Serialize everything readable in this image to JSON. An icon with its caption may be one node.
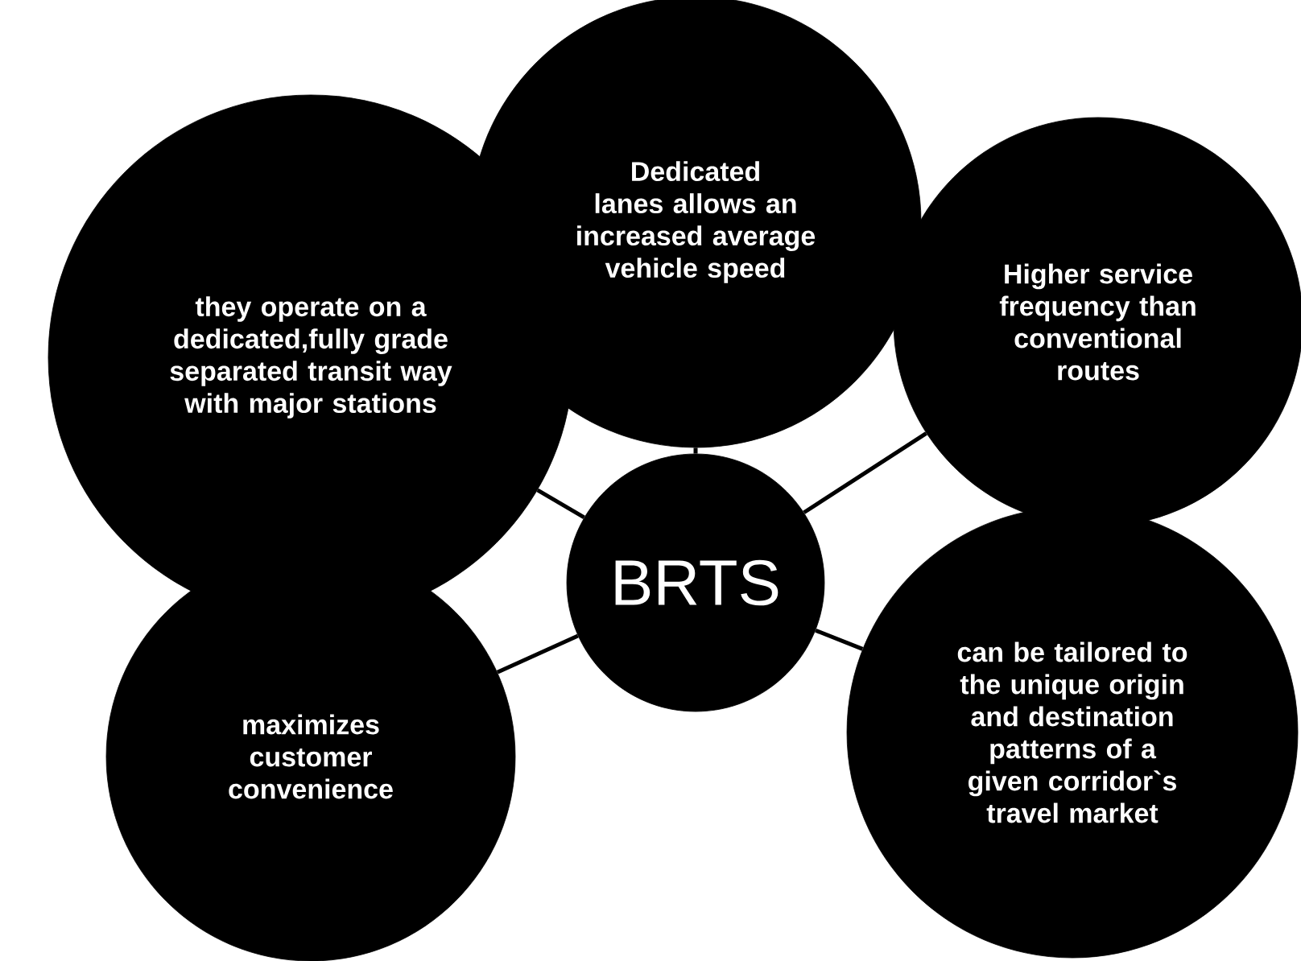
{
  "diagram": {
    "nodes": [
      {
        "text": [
          "they operate on a dedicated,fully grade separated transit way with major stations"
        ]
      },
      {
        "text": [
          "Dedicated lanes allows an increased average vehicle speed"
        ]
      },
      {
        "text": [
          "Higher service frequency than conventional routes"
        ]
      },
      {
        "text": [
          "BRTS"
        ]
      },
      {
        "text": [
          "maximizes customer convenience"
        ]
      },
      {
        "text": [
          "can be tailored to the unique origin and destination patterns of a given corridor`s travel market"
        ]
      }
    ],
    "edges": [
      {
        "from": 3,
        "to": 0,
        "arrow": "none"
      },
      {
        "from": 3,
        "to": 1,
        "arrow": "none"
      },
      {
        "from": 3,
        "to": 2,
        "arrow": "none"
      },
      {
        "from": 3,
        "to": 4,
        "arrow": "none"
      },
      {
        "from": 3,
        "to": 5,
        "arrow": "none"
      }
    ]
  }
}
